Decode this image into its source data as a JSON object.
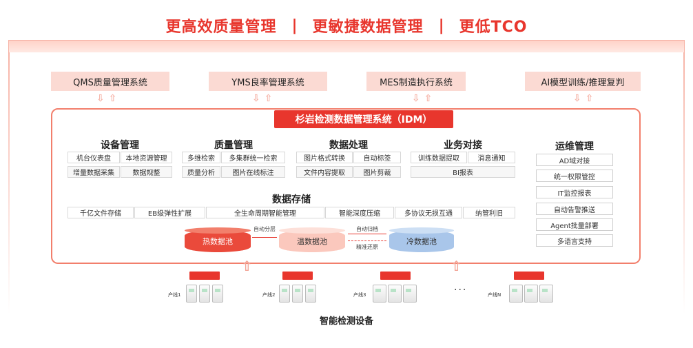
{
  "headline": {
    "items": [
      "更高效质量管理",
      "更敏捷数据管理",
      "更低TCO"
    ],
    "separator": "|"
  },
  "top_systems": [
    "QMS质量管理系统",
    "YMS良率管理系统",
    "MES制造执行系统",
    "AI模型训练/推理复判"
  ],
  "idm": {
    "title": "杉岩检测数据管理系统（IDM）"
  },
  "groups": [
    {
      "title": "设备管理",
      "cells": [
        "机台仪表盘",
        "本地资源管理",
        "增量数据采集",
        "数据规整"
      ]
    },
    {
      "title": "质量管理",
      "cells": [
        "多维检索",
        "多集群统一检索",
        "质量分析",
        "图片在线标注"
      ]
    },
    {
      "title": "数据处理",
      "cells": [
        "图片格式转换",
        "自动标签",
        "文件内容提取",
        "图片剪裁"
      ]
    },
    {
      "title": "业务对接",
      "cells": [
        "训练数据提取",
        "消息通知",
        "BI报表"
      ]
    }
  ],
  "ops": {
    "title": "运维管理",
    "items": [
      "AD域对接",
      "统一权限管控",
      "IT监控报表",
      "自动告警推送",
      "Agent批量部署",
      "多语言支持"
    ]
  },
  "storage": {
    "title": "数据存储",
    "features": [
      "千亿文件存储",
      "EB级弹性扩展",
      "全生命周期智能管理",
      "智能深度压缩",
      "多协议无损互通",
      "纳管利旧"
    ],
    "pools": [
      "热数据池",
      "温数据池",
      "冷数据池"
    ],
    "flows": {
      "auto_tier": "自动分层",
      "auto_archive": "自动归档",
      "restore": "精准还原"
    }
  },
  "devices": {
    "lines": [
      "产线1",
      "产线2",
      "产线3",
      "产线N"
    ],
    "ellipsis": "···",
    "caption": "智能检测设备"
  },
  "colors": {
    "accent": "#e8362d",
    "light_accent": "#fbdad3",
    "cold_pool": "#a9c6ea"
  }
}
